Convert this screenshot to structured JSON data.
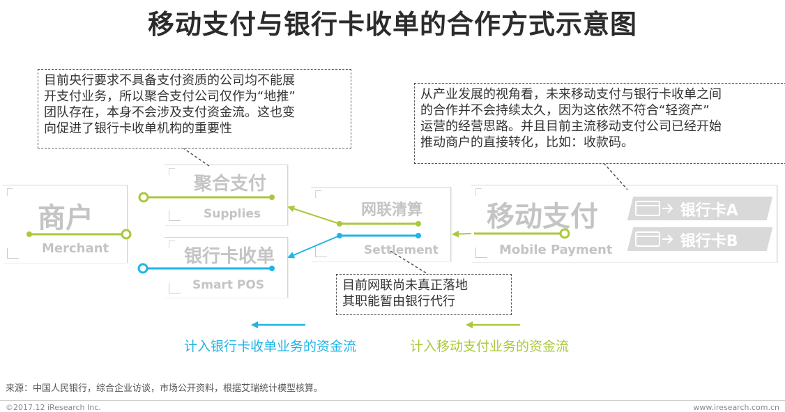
{
  "title": "移动支付与银行卡收单的合作方式示意图",
  "nodes": {
    "merchant": {
      "cn": "商户",
      "en": "Merchant"
    },
    "aggregator": {
      "cn": "聚合支付",
      "en": "Supplies"
    },
    "acquirer": {
      "cn": "银行卡收单",
      "en": "Smart POS"
    },
    "unionpay": {
      "cn": "网联清算",
      "en": "Settlement"
    },
    "mobile": {
      "cn": "移动支付",
      "en": "Mobile Payment"
    }
  },
  "bank_cards": [
    "银行卡A",
    "银行卡B"
  ],
  "notes": {
    "left": "目前央行要求不具备支付资质的公司均不能展\n开支付业务，所以聚合支付公司仅作为“地推”\n团队存在，本身不会涉及支付资金流。这也变\n向促进了银行卡收单机构的重要性",
    "right": "从产业发展的视角看，未来移动支付与银行卡收单之间\n的合作并不会持续太久，因为这依然不符合“轻资产”\n运营的经营思路。并且目前主流移动支付公司已经开始\n推动商户的直接转化，比如：收款码。",
    "bottom": "目前网联尚未真正落地\n其职能暂由银行代行"
  },
  "legend": {
    "blue": "计入银行卡收单业务的资金流",
    "green": "计入移动支付业务的资金流"
  },
  "colors": {
    "blue": "#1fb5e6",
    "green": "#a9c93a",
    "gray_text": "#c4c4c4"
  },
  "source": "来源：中国人民银行，综合企业访谈，市场公开资料，根据艾瑞统计模型核算。",
  "footer": {
    "left": "©2017.12 iResearch Inc.",
    "right": "www.iresearch.com.cn"
  }
}
